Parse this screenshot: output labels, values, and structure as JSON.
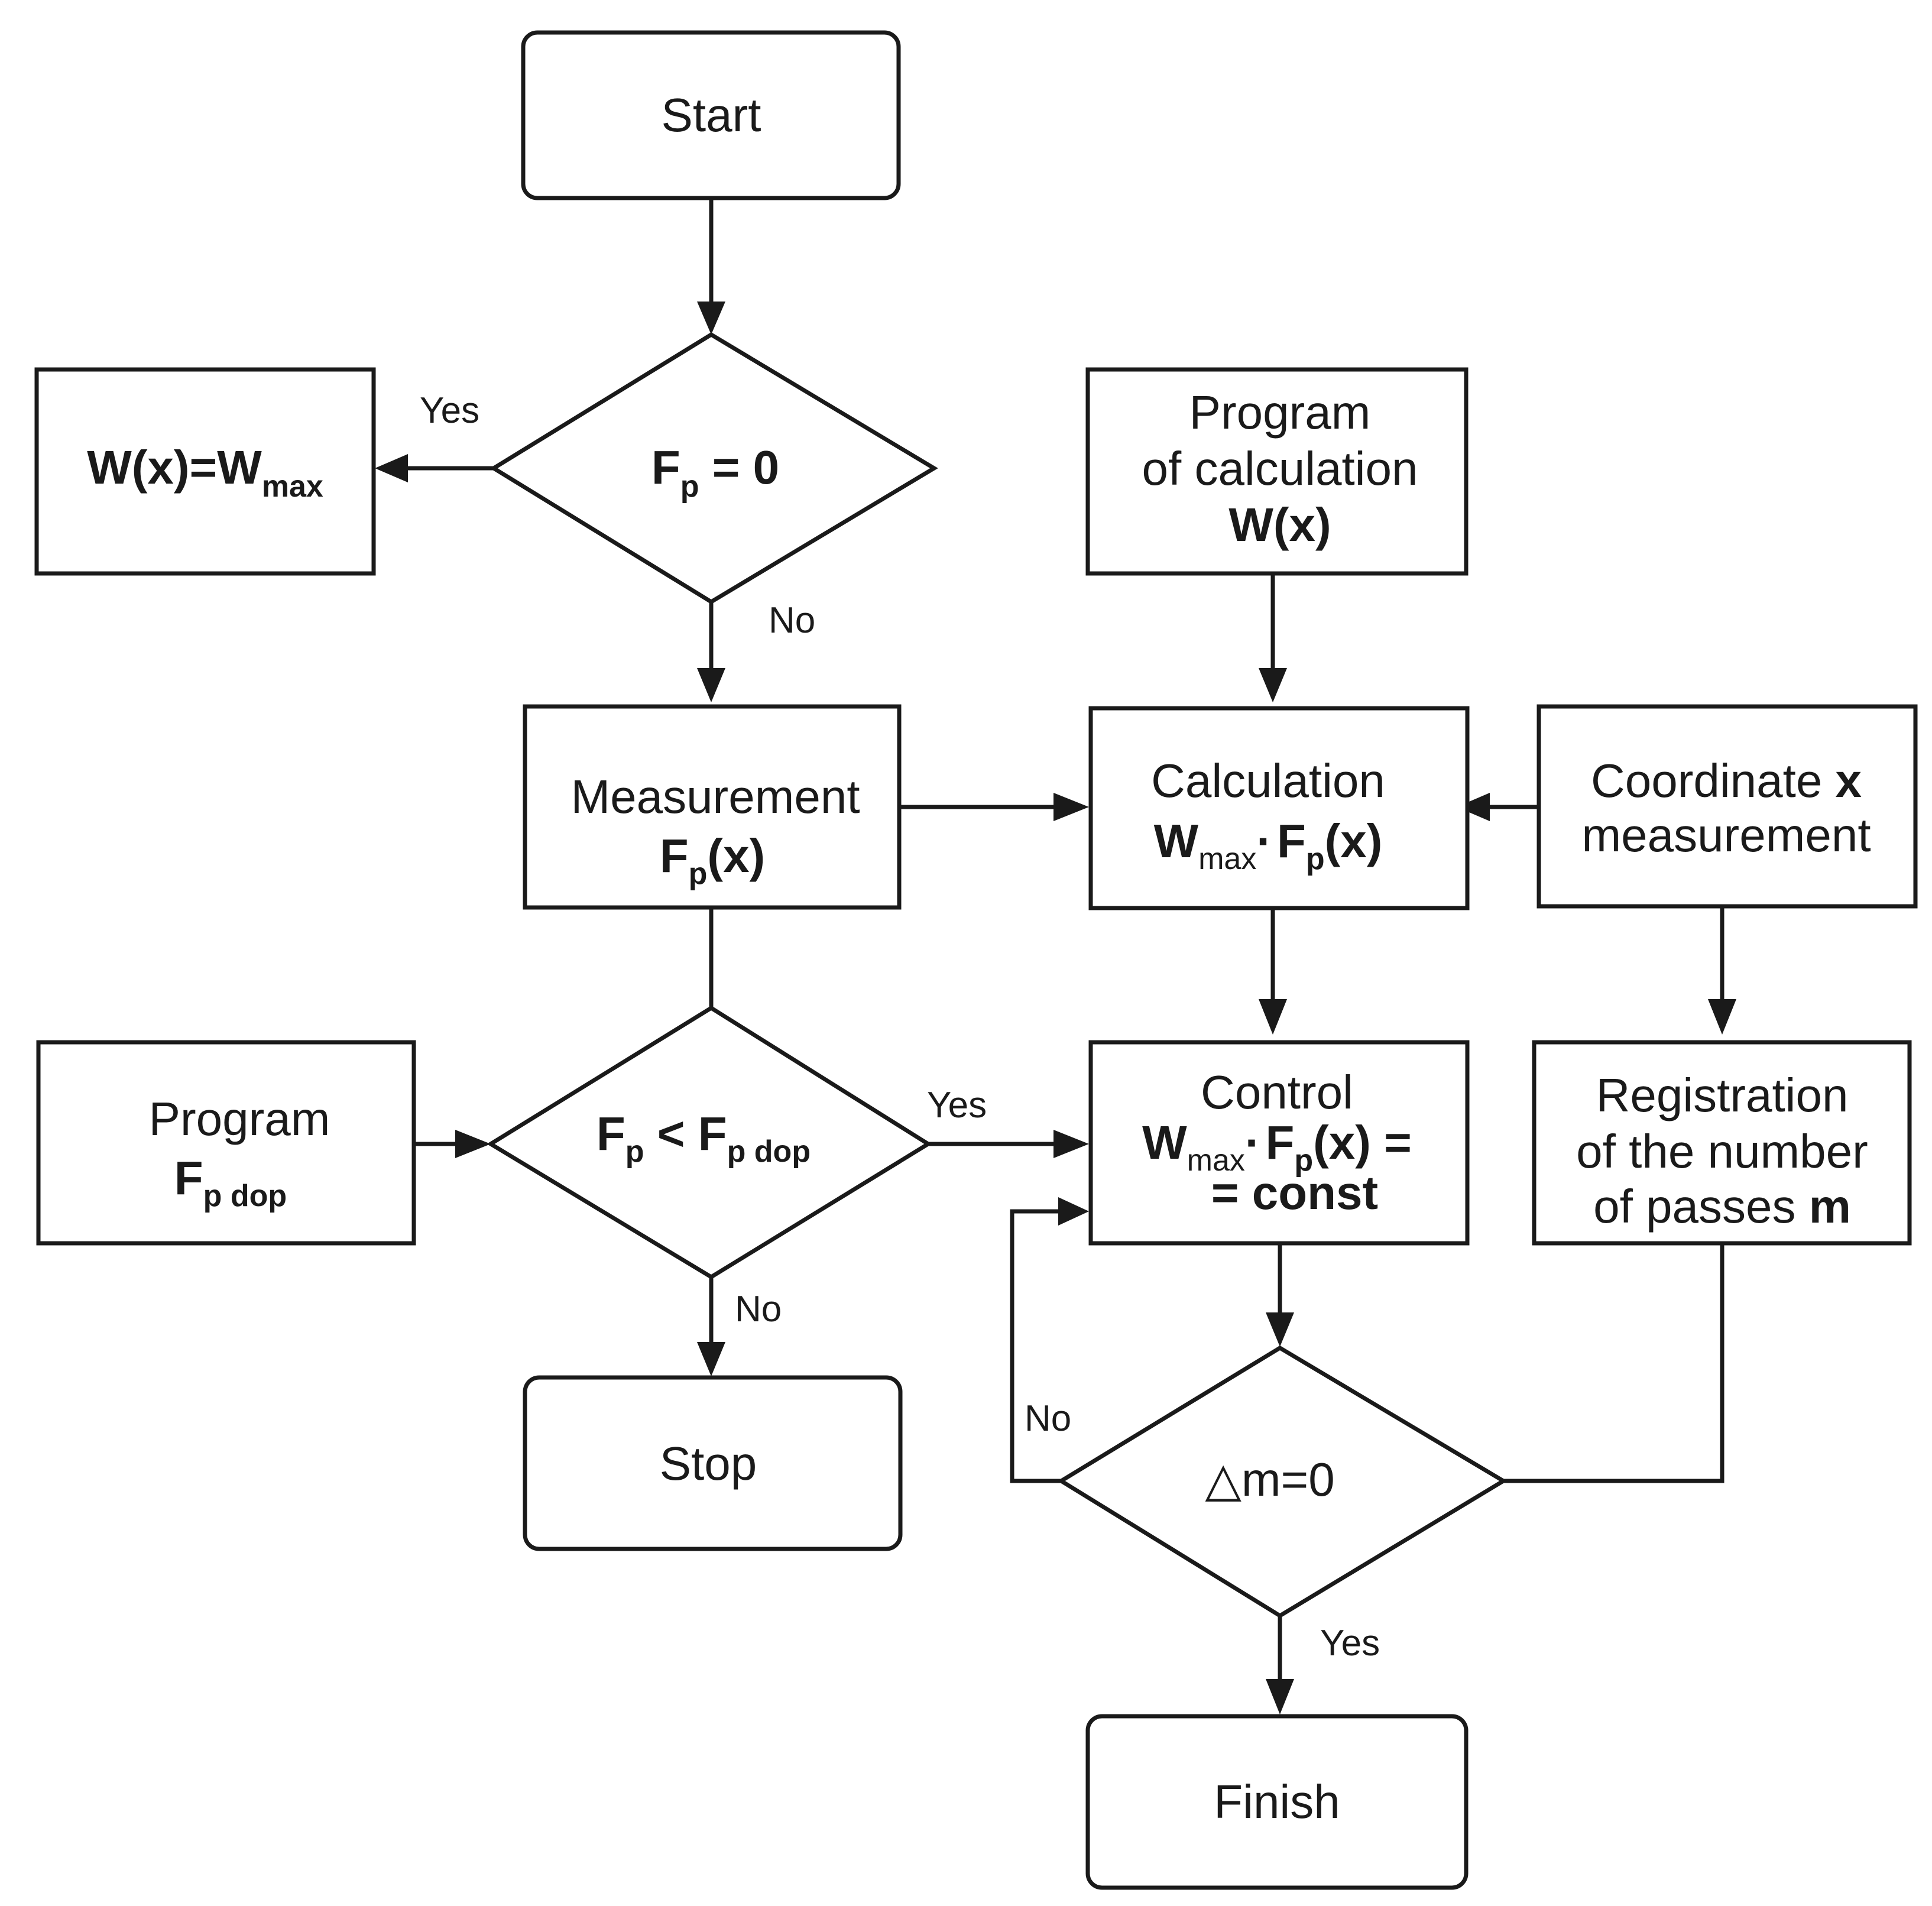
{
  "diagram": {
    "start": "Start",
    "decision1": {
      "f": "F",
      "sub": "p",
      "rest": " = 0"
    },
    "wmax_box": {
      "main": "W(x)=W",
      "sub": "max"
    },
    "prog_calc": {
      "line1": "Program",
      "line2": "of calculation",
      "line3": "W(x)"
    },
    "measurement": {
      "line1": "Measurement",
      "f": "F",
      "sub": "p",
      "rest": "(x)"
    },
    "calculation": {
      "line1": "Calculation",
      "w": "W",
      "wsub": "max",
      "dot": "·",
      "f": "F",
      "fsub": "p",
      "rest": "(x)"
    },
    "coordinate": {
      "line1a": "Coordinate ",
      "line1b": "x",
      "line2": "measurement"
    },
    "program_f": {
      "line1": "Program",
      "f": "F",
      "sub": "p dop"
    },
    "decision2": {
      "f1": "F",
      "sub1": "p",
      "lt": " < ",
      "f2": "F",
      "sub2": "p dop"
    },
    "control": {
      "line1": "Control",
      "w": "W",
      "wsub": "max",
      "dot": "·",
      "f": "F",
      "fsub": "p",
      "rest": "(x) =",
      "line3": "= const"
    },
    "registration": {
      "line1": "Registration",
      "line2": "of the number",
      "line3a": "of passes ",
      "line3b": "m"
    },
    "stop": "Stop",
    "decision3": "△m=0",
    "finish": "Finish",
    "labels": {
      "yes1": "Yes",
      "no1": "No",
      "yes2": "Yes",
      "no2": "No",
      "no3": "No",
      "yes3": "Yes"
    }
  }
}
